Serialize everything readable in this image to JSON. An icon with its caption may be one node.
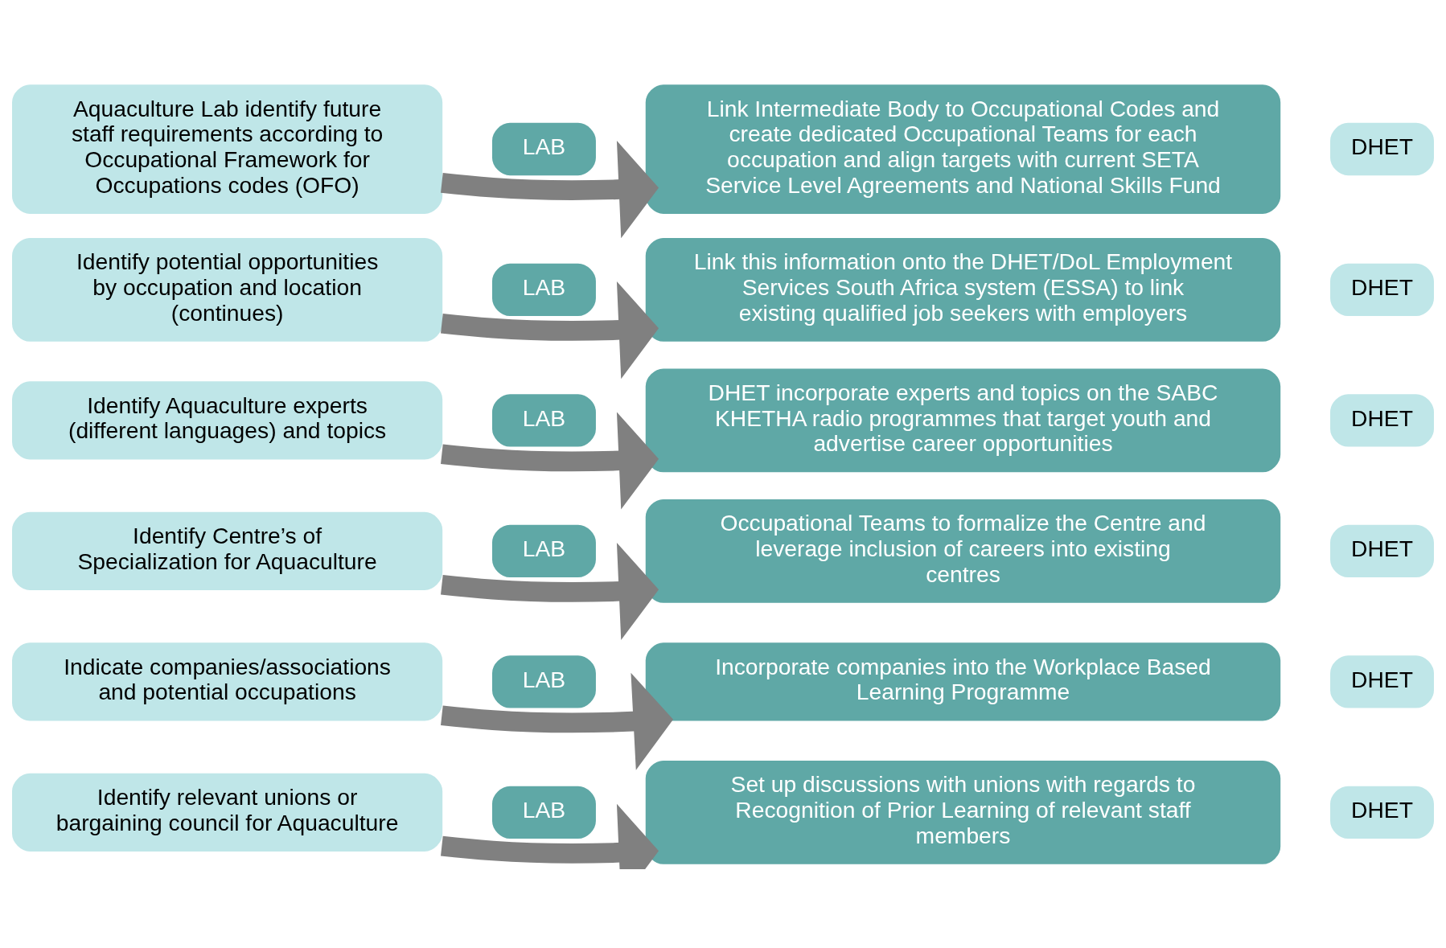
{
  "diagram": {
    "nodes": [
      {
        "text": [
          "Aquaculture Lab identify future staff requirements according to Occupational Framework for Occupations codes (OFO)"
        ]
      },
      {
        "text": [
          "LAB"
        ]
      },
      {
        "text": [
          "Link Intermediate Body to Occupational Codes and create dedicated Occupational Teams for each occupation and align targets with current SETA Service Level Agreements and National Skills Fund"
        ]
      },
      {
        "text": [
          "DHET"
        ]
      },
      {
        "text": [
          "Identify potential opportunities by occupation and location (continues)"
        ]
      },
      {
        "text": [
          "LAB"
        ]
      },
      {
        "text": [
          "Link this information onto the DHET/DoL Employment Services South Africa system (ESSA) to link existing qualified job seekers with employers"
        ]
      },
      {
        "text": [
          "DHET"
        ]
      },
      {
        "text": [
          "Identify Aquaculture experts (different languages) and topics"
        ]
      },
      {
        "text": [
          "LAB"
        ]
      },
      {
        "text": [
          "DHET incorporate experts and topics on the SABC KHETHA radio programmes that target youth and advertise career opportunities"
        ]
      },
      {
        "text": [
          "DHET"
        ]
      },
      {
        "text": [
          "Identify Centre’s of Specialization for Aquaculture"
        ]
      },
      {
        "text": [
          "LAB"
        ]
      },
      {
        "text": [
          "Occupational Teams to formalize the Centre and leverage inclusion of careers into existing centres"
        ]
      },
      {
        "text": [
          "DHET"
        ]
      },
      {
        "text": [
          "Indicate companies/associations and potential occupations"
        ]
      },
      {
        "text": [
          "LAB"
        ]
      },
      {
        "text": [
          "Incorporate companies into the Workplace Based Learning Programme"
        ]
      },
      {
        "text": [
          "DHET"
        ]
      },
      {
        "text": [
          "Identify relevant unions or bargaining council for Aquaculture"
        ]
      },
      {
        "text": [
          "LAB"
        ]
      },
      {
        "text": [
          "Set up discussions with unions with regards to Recognition of Prior Learning of relevant staff members"
        ]
      },
      {
        "text": [
          "DHET"
        ]
      }
    ],
    "edges": [
      {
        "from": 0,
        "to": 2,
        "arrow": "to"
      },
      {
        "from": 4,
        "to": 6,
        "arrow": "to"
      },
      {
        "from": 8,
        "to": 10,
        "arrow": "to"
      },
      {
        "from": 12,
        "to": 14,
        "arrow": "to"
      },
      {
        "from": 16,
        "to": 18,
        "arrow": "to"
      },
      {
        "from": 20,
        "to": 22,
        "arrow": "to"
      }
    ]
  }
}
